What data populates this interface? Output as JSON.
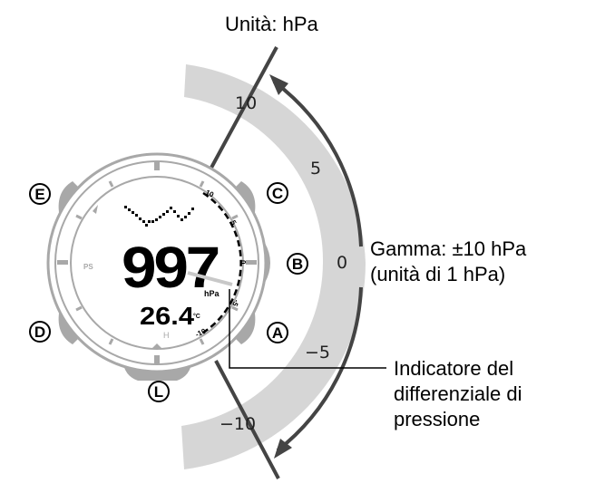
{
  "title": "Unità: hPa",
  "range_label": {
    "line1": "Gamma: ±10 hPa",
    "line2": "(unità di 1 hPa)"
  },
  "indicator_label": {
    "line1": "Indicatore del",
    "line2": "differenziale di",
    "line3": "pressione"
  },
  "scale": {
    "values": [
      "10",
      "5",
      "0",
      "−5",
      "−10"
    ],
    "band_color": "#d6d6d6",
    "arrow_color": "#444444"
  },
  "watch": {
    "pressure_value": "997",
    "pressure_unit": "hPa",
    "temperature_value": "26.4",
    "temperature_unit": "°C",
    "mode_label": "PS",
    "hand_label": "H",
    "bezel_scale": [
      "10",
      "5",
      "0",
      "-5",
      "-10"
    ],
    "body_color": "#a8a8a8"
  },
  "buttons": {
    "A": "A",
    "B": "B",
    "C": "C",
    "D": "D",
    "E": "E",
    "L": "L"
  }
}
